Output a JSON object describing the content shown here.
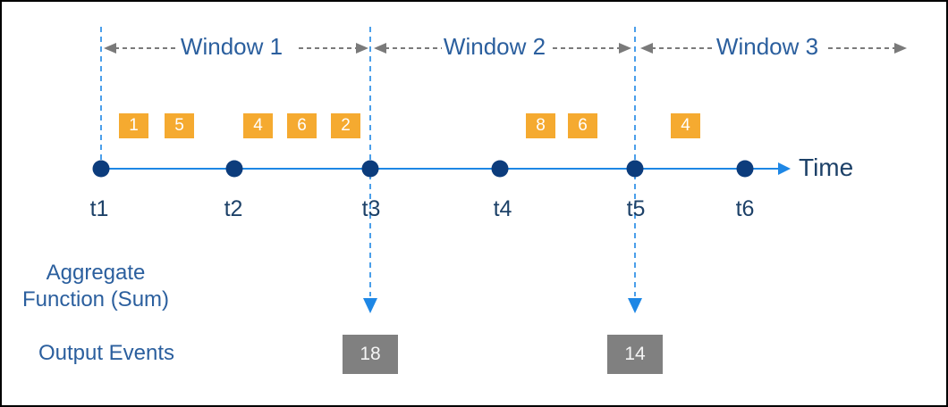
{
  "colors": {
    "border_black": "#000000",
    "axis_blue": "#1e87e5",
    "dot_navy": "#0c3c7c",
    "tick_navy": "#1d4168",
    "label_blue": "#2b5f9e",
    "event_orange": "#f5aa30",
    "event_text": "#ffffff",
    "output_gray": "#808080",
    "output_text": "#f5f5f5",
    "arrow_gray": "#7a7a7a"
  },
  "windows": [
    {
      "label": "Window 1"
    },
    {
      "label": "Window 2"
    },
    {
      "label": "Window 3"
    }
  ],
  "timeline": {
    "axis_label": "Time",
    "ticks": [
      {
        "label": "t1"
      },
      {
        "label": "t2"
      },
      {
        "label": "t3"
      },
      {
        "label": "t4"
      },
      {
        "label": "t5"
      },
      {
        "label": "t6"
      }
    ]
  },
  "events": [
    {
      "value": "1",
      "window": "Window 1"
    },
    {
      "value": "5",
      "window": "Window 1"
    },
    {
      "value": "4",
      "window": "Window 1"
    },
    {
      "value": "6",
      "window": "Window 1"
    },
    {
      "value": "2",
      "window": "Window 1"
    },
    {
      "value": "8",
      "window": "Window 2"
    },
    {
      "value": "6",
      "window": "Window 2"
    },
    {
      "value": "4",
      "window": "Window 3"
    }
  ],
  "labels": {
    "aggregate_line1": "Aggregate",
    "aggregate_line2": "Function (Sum)",
    "output_events": "Output Events"
  },
  "outputs": [
    {
      "value": "18",
      "at_tick": "t3"
    },
    {
      "value": "14",
      "at_tick": "t5"
    }
  ]
}
